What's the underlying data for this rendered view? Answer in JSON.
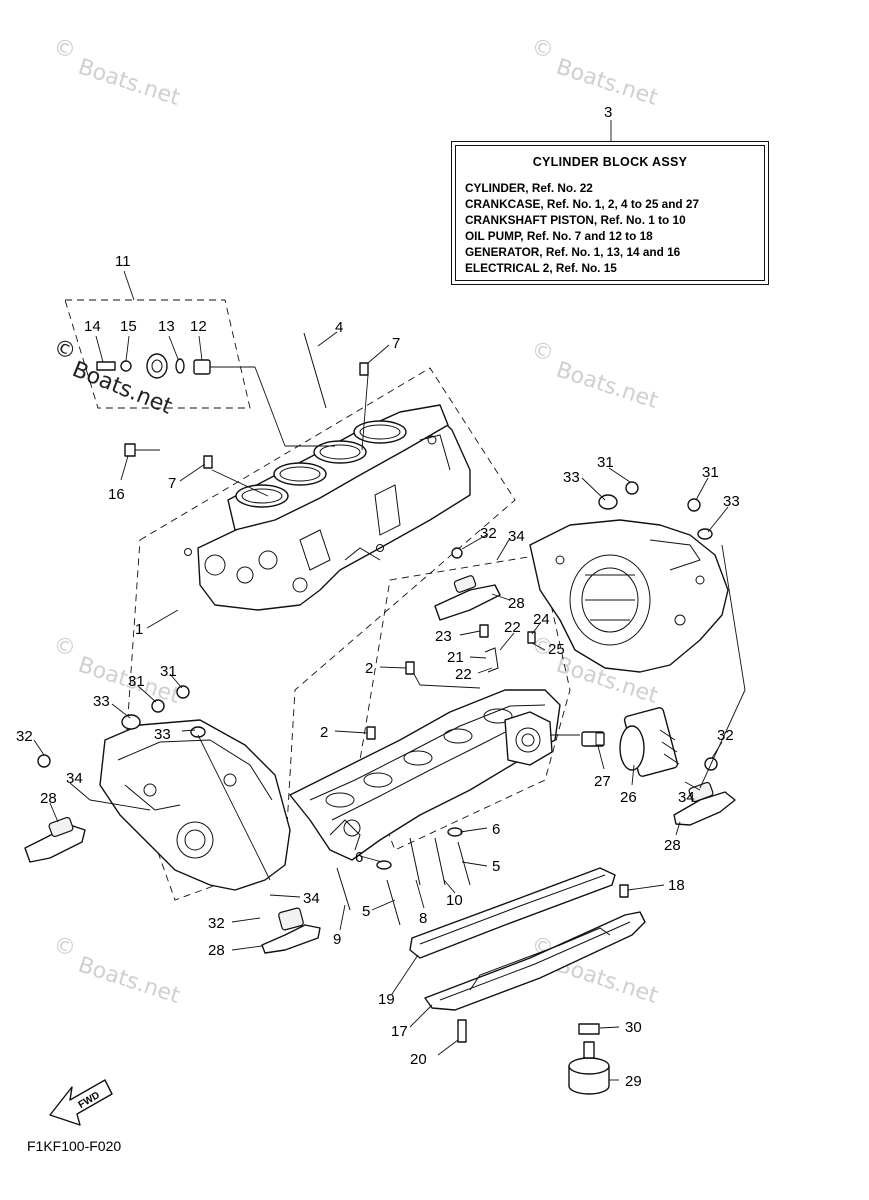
{
  "info_box": {
    "title": "CYLINDER BLOCK ASSY",
    "lines": [
      "CYLINDER,  Ref. No. 22",
      "CRANKCASE,  Ref. No. 1, 2, 4 to 25 and 27",
      "CRANKSHAFT PISTON,  Ref. No. 1 to 10",
      "OIL PUMP,  Ref. No. 7 and 12 to 18",
      "GENERATOR,  Ref. No. 1, 13, 14 and 16",
      "ELECTRICAL 2, Ref. No. 15"
    ]
  },
  "callouts": {
    "c1": "1",
    "c2a": "2",
    "c2b": "2",
    "c3": "3",
    "c4": "4",
    "c5a": "5",
    "c5b": "5",
    "c6a": "6",
    "c6b": "6",
    "c7a": "7",
    "c7b": "7",
    "c8": "8",
    "c9": "9",
    "c10": "10",
    "c11": "11",
    "c12": "12",
    "c13": "13",
    "c14": "14",
    "c15": "15",
    "c16": "16",
    "c17": "17",
    "c18": "18",
    "c19": "19",
    "c20": "20",
    "c21": "21",
    "c22a": "22",
    "c22b": "22",
    "c23": "23",
    "c24": "24",
    "c25": "25",
    "c26": "26",
    "c27": "27",
    "c28a": "28",
    "c28b": "28",
    "c28c": "28",
    "c28d": "28",
    "c29": "29",
    "c30": "30",
    "c31a": "31",
    "c31b": "31",
    "c31c": "31",
    "c31d": "31",
    "c32a": "32",
    "c32b": "32",
    "c32c": "32",
    "c32d": "32",
    "c33a": "33",
    "c33b": "33",
    "c33c": "33",
    "c33d": "33",
    "c34a": "34",
    "c34b": "34",
    "c34c": "34",
    "c34d": "34"
  },
  "fwd_label": "FWD",
  "drawing_code": "F1KF100-F020",
  "watermark": {
    "symbol": "©",
    "text": "Boats.net"
  }
}
